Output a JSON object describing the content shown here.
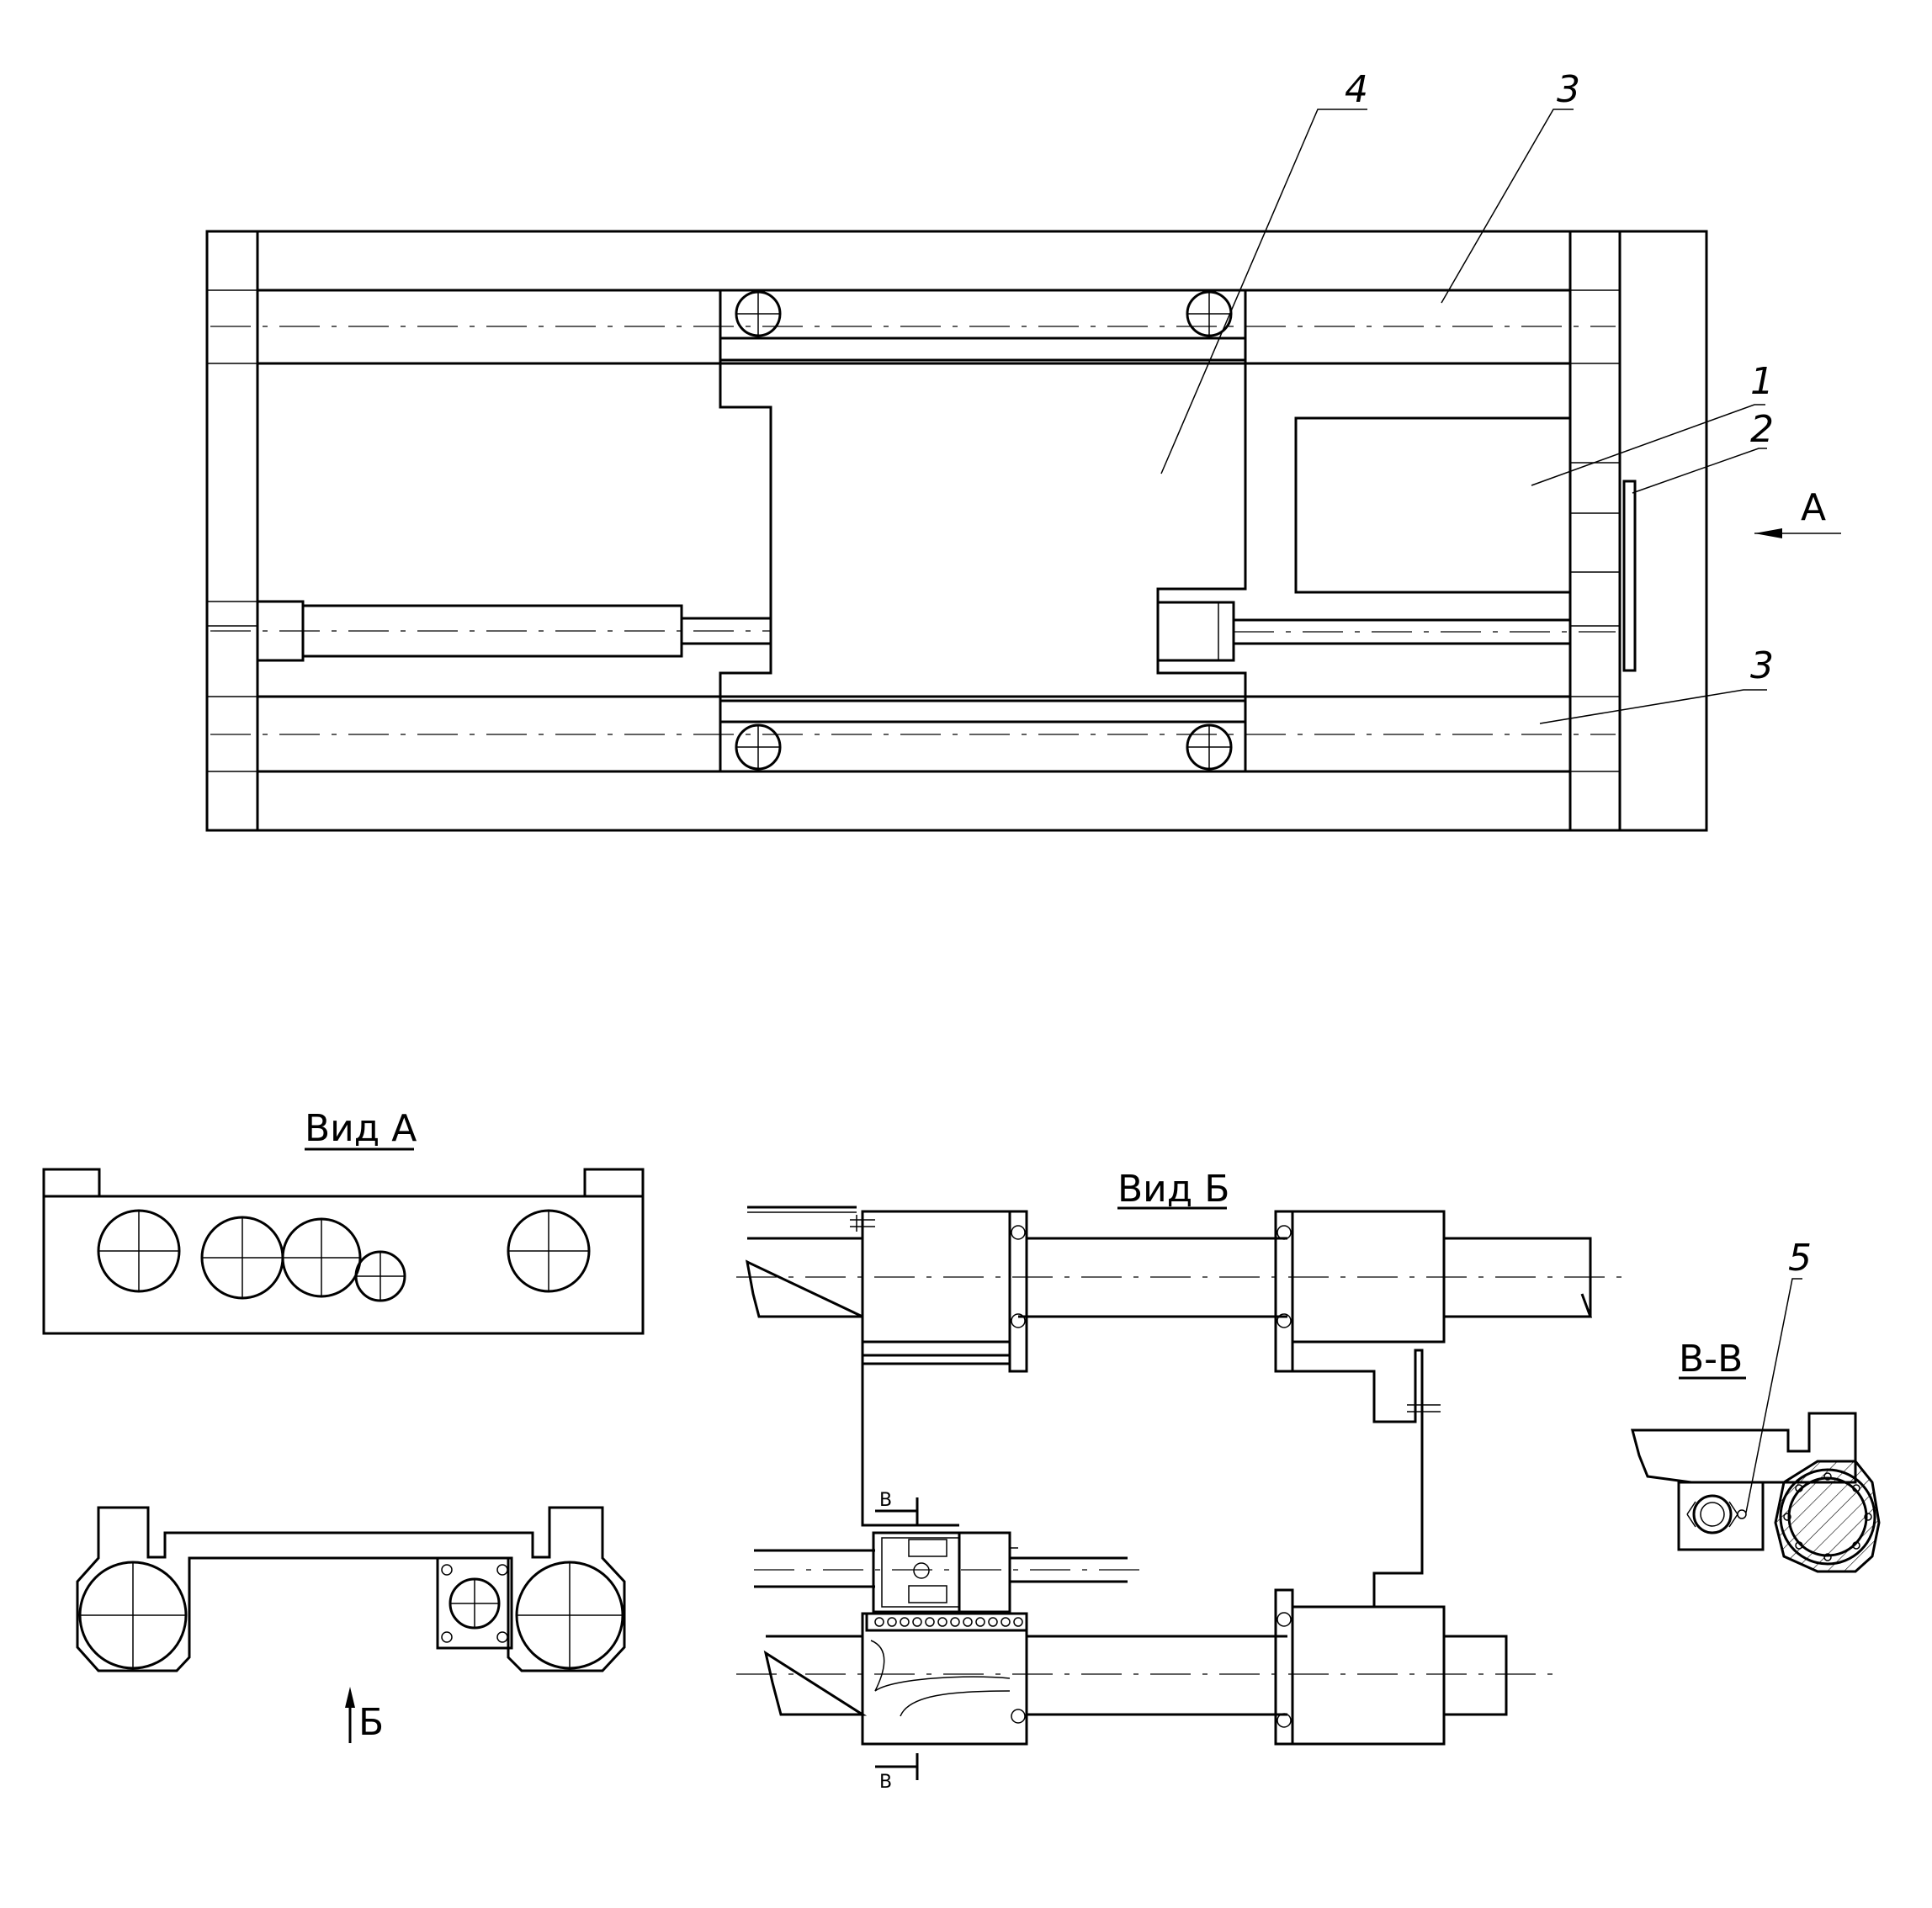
{
  "labels": {
    "part_4": "4",
    "part_3_top": "3",
    "part_1": "1",
    "part_2": "2",
    "view_arrow_a": "А",
    "part_3_bottom": "3",
    "view_a_title": "Вид А",
    "view_b_arrow": "Б",
    "view_b_title": "Вид Б",
    "section_mark_top": "В",
    "section_mark_bottom": "В",
    "part_5": "5",
    "section_title": "В-В"
  }
}
